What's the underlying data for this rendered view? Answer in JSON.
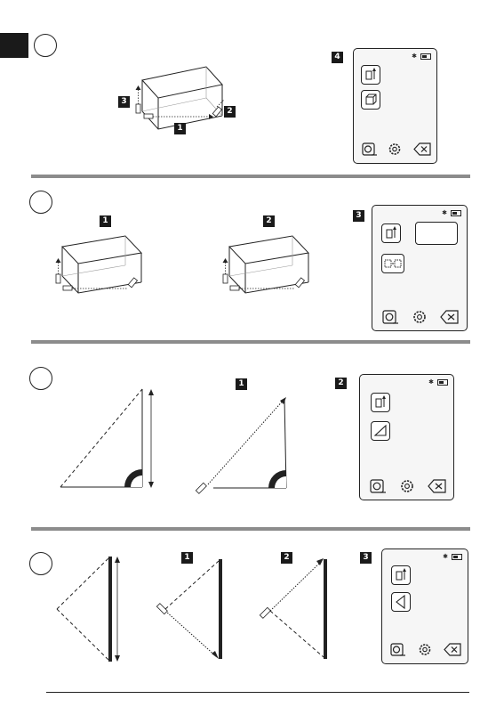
{
  "sections": [
    {
      "id": "section-1",
      "badges": [
        "4",
        "3",
        "2",
        "1"
      ]
    },
    {
      "id": "section-2",
      "badges": [
        "1",
        "2",
        "3"
      ]
    },
    {
      "id": "section-3",
      "badges": [
        "1",
        "2"
      ]
    },
    {
      "id": "section-4",
      "badges": [
        "1",
        "2",
        "3"
      ]
    }
  ],
  "device": {
    "status_icons": [
      "bluetooth-icon",
      "battery-icon"
    ],
    "bottom_icons": [
      "measure-tape-icon",
      "gear-icon",
      "backspace-icon"
    ]
  },
  "colors": {
    "ink": "#1a1a1a",
    "divider": "#8c8c8c",
    "screen": "#f6f6f6"
  }
}
